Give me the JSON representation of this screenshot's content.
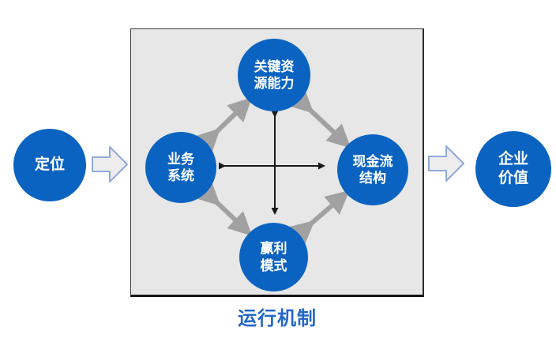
{
  "diagram": {
    "title_caption": "运行机制",
    "outer_left_node": {
      "label": "定位"
    },
    "outer_right_node": {
      "line1": "企业",
      "line2": "价值"
    },
    "box_nodes": {
      "top": {
        "line1": "关键资",
        "line2": "源能力"
      },
      "left": {
        "line1": "业务",
        "line2": "系统"
      },
      "right": {
        "line1": "现金流",
        "line2": "结构"
      },
      "bottom": {
        "line1": "赢利",
        "line2": "模式"
      }
    },
    "connectors": {
      "diagonal_arrows": "double-headed gray arrows linking top-left, top-right, bottom-left, bottom-right nodes",
      "cross_arrows": "black double-headed horizontal and vertical arrows crossing at center",
      "flow_arrows": "light block arrows: positioning → mechanism box → enterprise value"
    },
    "colors": {
      "node_fill": "#0b63c1",
      "node_text": "#ffffff",
      "box_background": "#e7e7e7",
      "box_border": "#3b3b3b",
      "gray_arrow": "#a1a1a1",
      "black_arrow": "#1a1a1a",
      "block_arrow_fill": "#ededed",
      "block_arrow_border": "#8faadc",
      "caption_color": "#2267c8",
      "page_background": "#ffffff"
    }
  }
}
